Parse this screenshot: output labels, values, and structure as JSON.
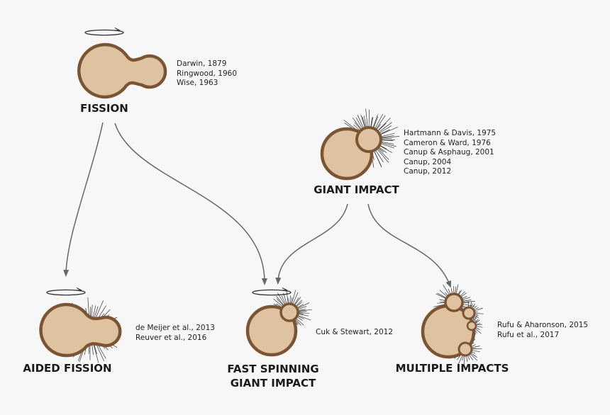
{
  "nodes": {
    "fission": {
      "title_lines": [
        "FISSION"
      ],
      "refs": [
        "Darwin, 1879",
        "Ringwood, 1960",
        "Wise, 1963"
      ]
    },
    "giant_impact": {
      "title_lines": [
        "GIANT IMPACT"
      ],
      "refs": [
        "Hartmann & Davis, 1975",
        "Cameron & Ward, 1976",
        "Canup & Asphaug, 2001",
        "Canup, 2004",
        "Canup, 2012"
      ]
    },
    "aided_fission": {
      "title_lines": [
        "AIDED FISSION"
      ],
      "refs": [
        "de Meijer et al., 2013",
        "Reuver et al., 2016"
      ]
    },
    "fast_spinning": {
      "title_lines": [
        "FAST SPINNING",
        "GIANT IMPACT"
      ],
      "refs": [
        "Cuk & Stewart, 2012"
      ]
    },
    "multiple_impacts": {
      "title_lines": [
        "MULTIPLE IMPACTS"
      ],
      "refs": [
        "Rufu & Aharonson, 2015",
        "Rufu et al., 2017"
      ]
    }
  },
  "edges": [
    {
      "from": "fission",
      "to": "aided_fission"
    },
    {
      "from": "fission",
      "to": "fast_spinning"
    },
    {
      "from": "giant_impact",
      "to": "fast_spinning"
    },
    {
      "from": "giant_impact",
      "to": "multiple_impacts"
    }
  ],
  "colors": {
    "body_fill": "#dfc3a1",
    "body_stroke": "#7b5533",
    "arrow": "#666666",
    "spikes": "#333333",
    "background": "#f7f7f7"
  },
  "icons": {
    "rotation": "rotation-arrow-icon",
    "planet": "planet-body-icon",
    "impact": "impact-spikes-icon"
  }
}
